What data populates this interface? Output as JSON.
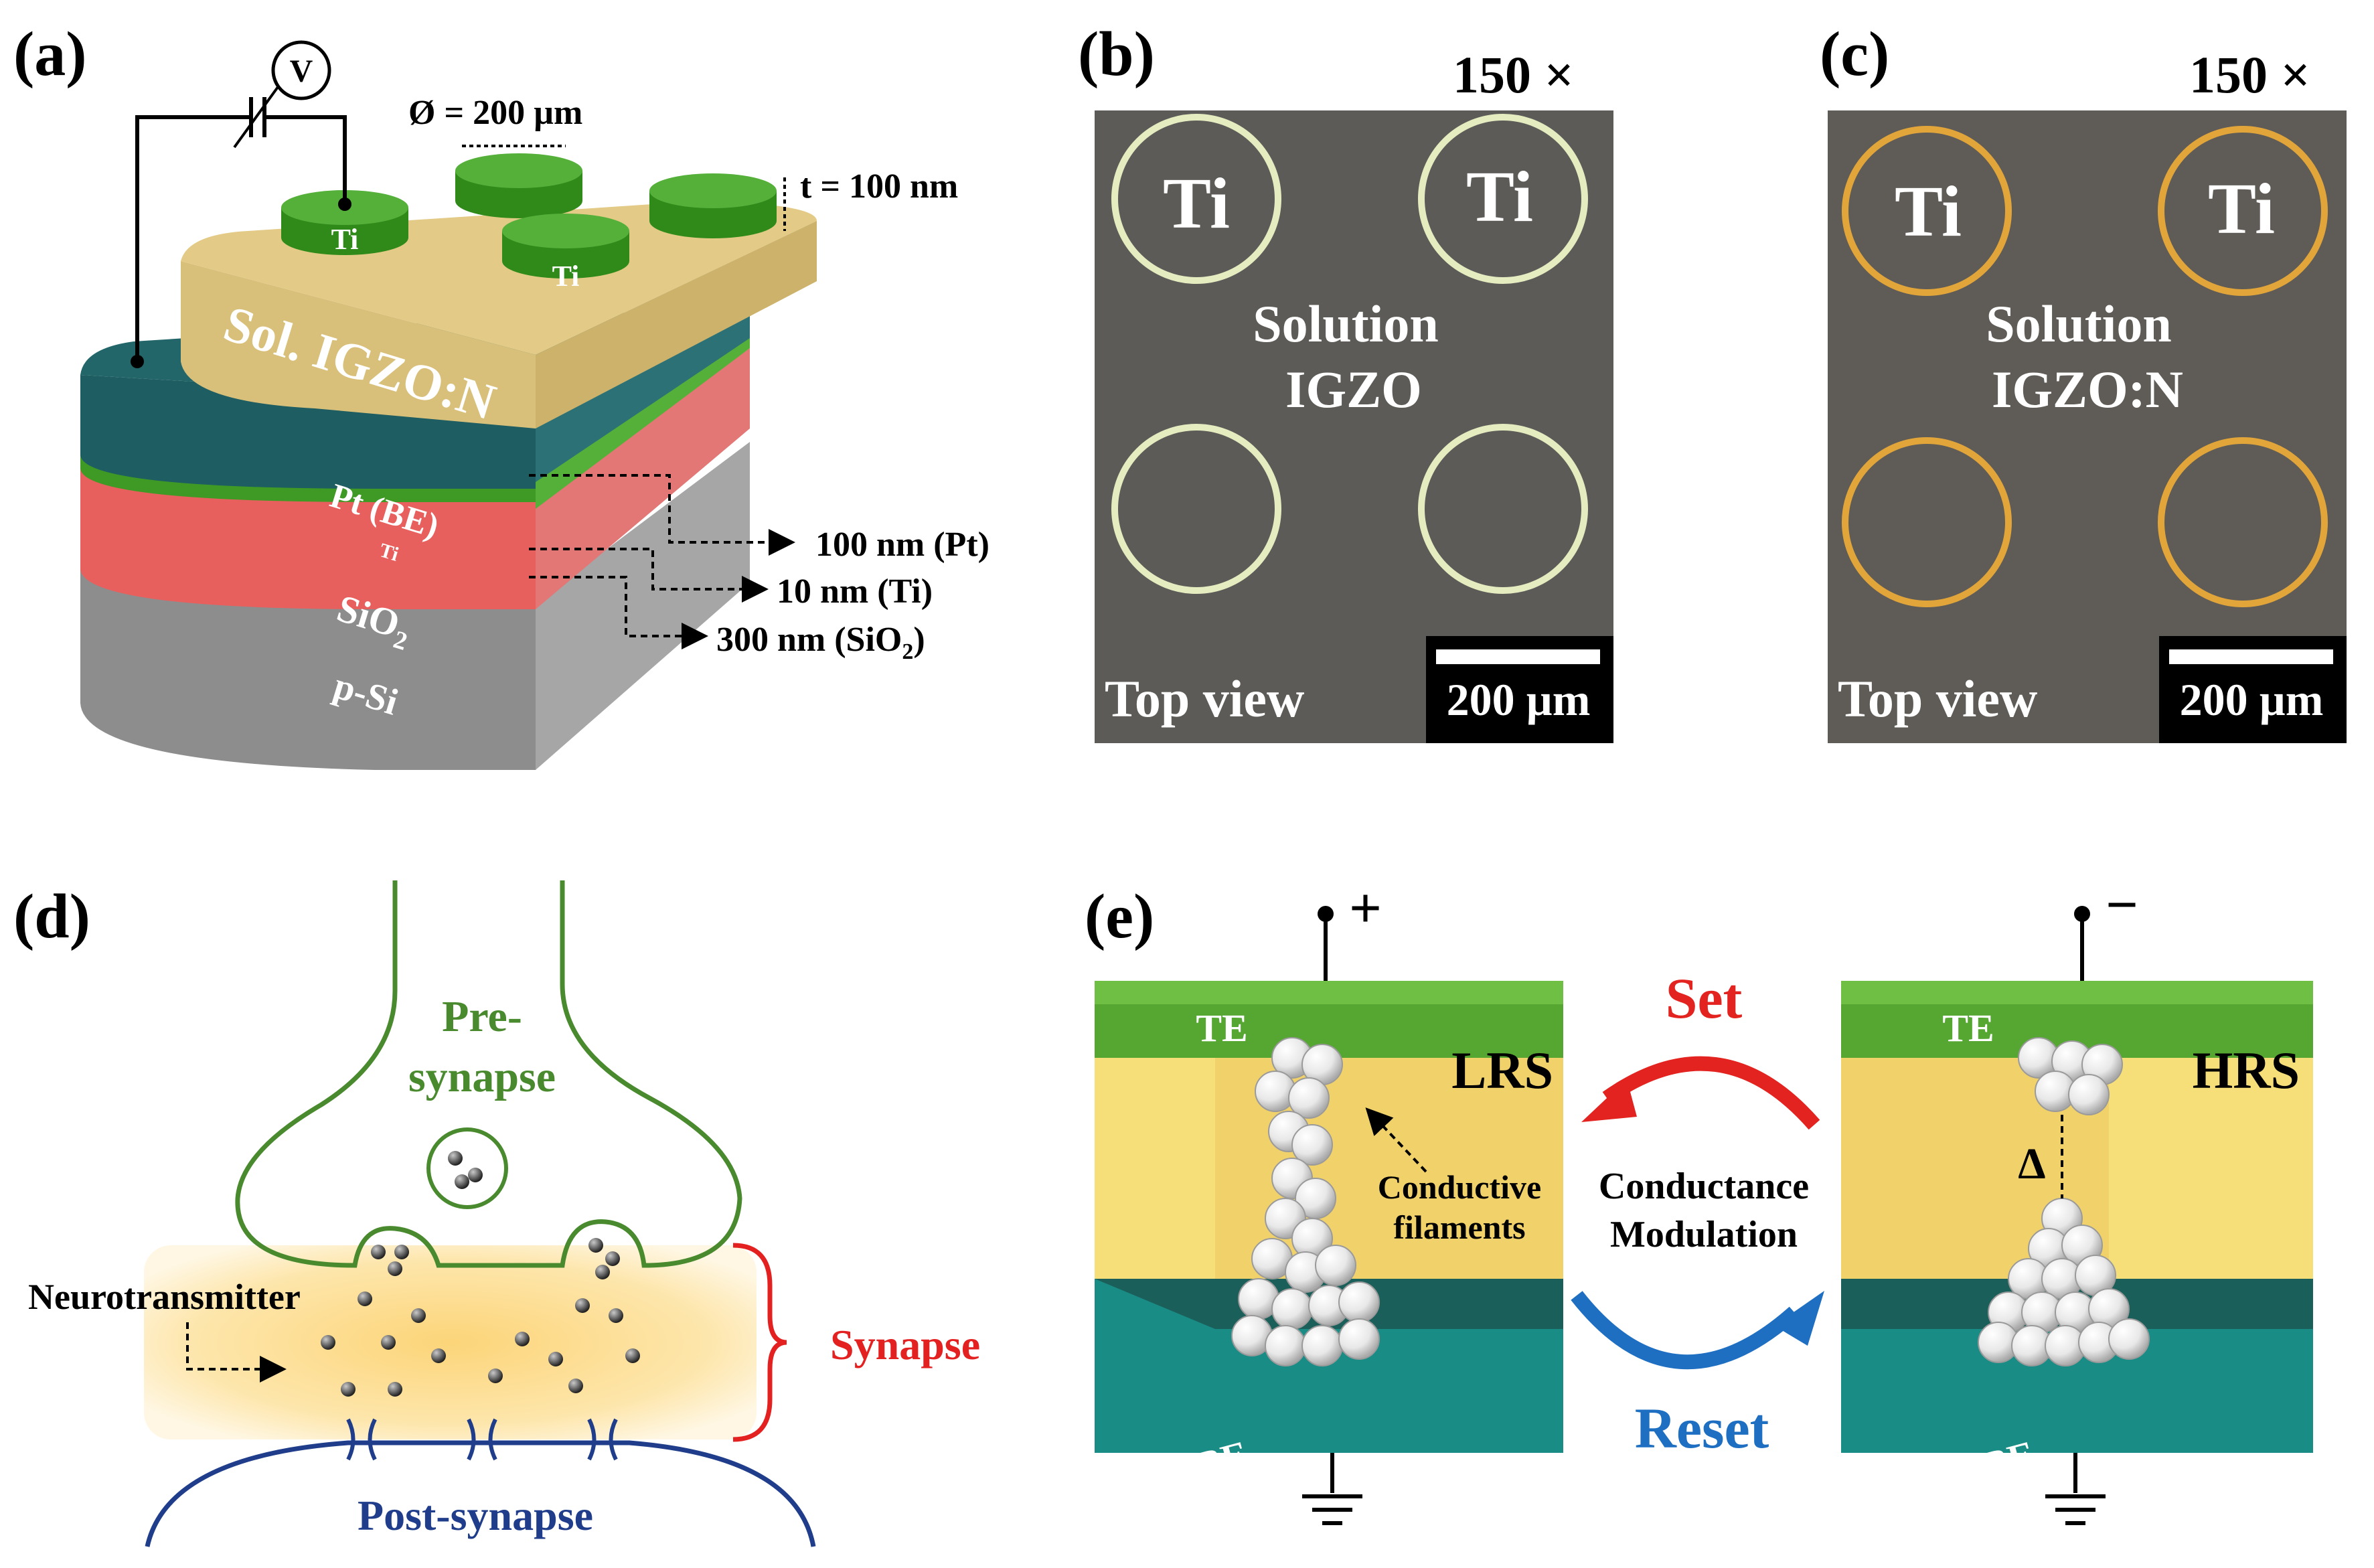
{
  "panels": {
    "a": {
      "label": "(a)",
      "diameter_label": "Ø = 200 µm",
      "thickness_label": "t = 100 nm",
      "voltmeter_label": "V",
      "electrode_label": "Ti",
      "layers": {
        "igzo": "Sol. IGZO:N",
        "pt": "Pt (BE)",
        "ti": "Ti",
        "sio2": "SiO",
        "sio2_sub": "2",
        "psi": "p-Si"
      },
      "callouts": {
        "pt": "100 nm (Pt)",
        "ti": "10 nm (Ti)",
        "sio2_prefix": "300 nm (SiO",
        "sio2_sub": "2",
        "sio2_suffix": ")"
      }
    },
    "b": {
      "label": "(b)",
      "magnification": "150 ×",
      "electrode_label": "Ti",
      "material_line1": "Solution",
      "material_line2": "IGZO",
      "view_label": "Top view",
      "scale_label": "200 µm"
    },
    "c": {
      "label": "(c)",
      "magnification": "150 ×",
      "electrode_label": "Ti",
      "material_line1": "Solution",
      "material_line2": "IGZO:N",
      "view_label": "Top view",
      "scale_label": "200 µm"
    },
    "d": {
      "label": "(d)",
      "pre_line1": "Pre-",
      "pre_line2": "synapse",
      "neurotransmitter": "Neurotransmitter",
      "synapse": "Synapse",
      "post": "Post-synapse"
    },
    "e": {
      "label": "(e)",
      "plus": "+",
      "minus": "−",
      "te": "TE",
      "be": "BE",
      "lrs": "LRS",
      "hrs": "HRS",
      "set": "Set",
      "reset": "Reset",
      "conductance_line1": "Conductance",
      "conductance_line2": "Modulation",
      "filaments_line1": "Conductive",
      "filaments_line2": "filaments",
      "delta": "Δ"
    }
  },
  "colors": {
    "electrode_green": "#3f9a25",
    "igzo_tan": "#d9c07a",
    "pt_teal": "#1e5d61",
    "sio2_red": "#e8605e",
    "psi_gray": "#8d8d8d",
    "micro_bg": "#5d5b57",
    "ring_igzo": "#e4ecc0",
    "ring_igzon": "#e2a53a",
    "neuron_green": "#4a8a2e",
    "post_blue": "#1f3d8a",
    "synapse_red": "#e32121",
    "set_red": "#e3231f",
    "reset_blue": "#1e6fc2"
  }
}
